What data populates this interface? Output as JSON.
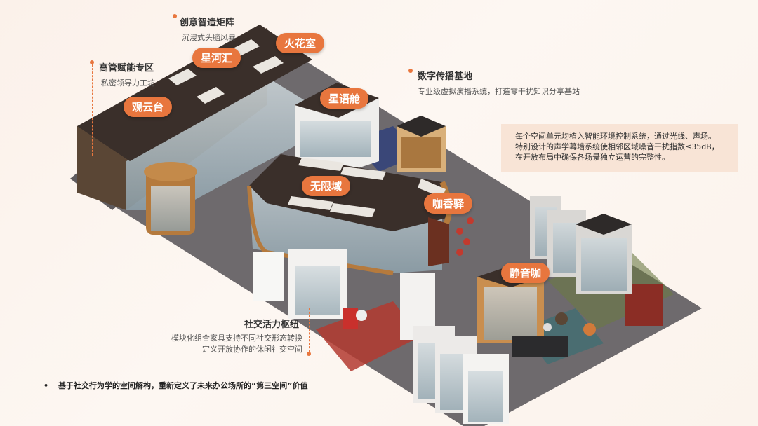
{
  "zones": {
    "guanyuntai": "观云台",
    "xinghehui": "星河汇",
    "huohuashi": "火花室",
    "xingyucang": "星语舱",
    "wuxianyu": "无限域",
    "kafeiyi": "咖香驿",
    "jingyinka": "静音咖"
  },
  "callouts": {
    "executive": {
      "title": "高管赋能专区",
      "desc": "私密领导力工坊"
    },
    "creative": {
      "title": "创意智造矩阵",
      "desc": "沉浸式头脑风暴"
    },
    "broadcast": {
      "title": "数字传播基地",
      "desc": "专业级虚拟演播系统，打造零干扰知识分享基站"
    },
    "social": {
      "title": "社交活力枢纽",
      "desc1": "模块化组合家具支持不同社交形态转换",
      "desc2": "定义开放协作的休闲社交空间"
    }
  },
  "info_box": {
    "line1": "每个空间单元均植入智能环境控制系统，通过光线、声场。",
    "line2": "特别设计的声学幕墙系统使相邻区域噪音干扰指数≤35dB，",
    "line3": "在开放布局中确保各场景独立运营的完整性。"
  },
  "bullet": {
    "marker": "•",
    "text": "基于社交行为学的空间解构，重新定义了未来办公场所的“第三空间”价值"
  },
  "colors": {
    "accent": "#e8763e",
    "info_bg": "#f8e4d6",
    "background": "#fbf1ea"
  }
}
